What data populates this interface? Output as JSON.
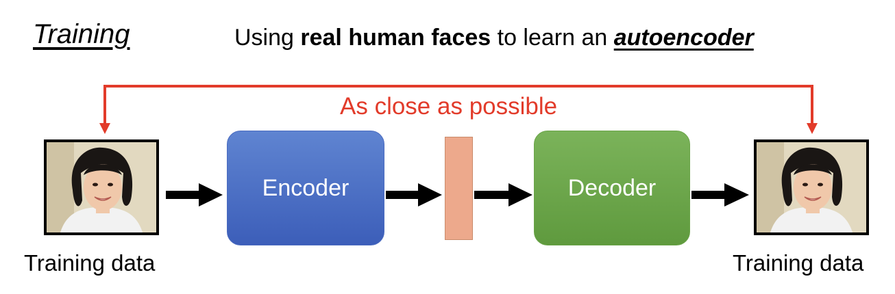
{
  "heading": "Training",
  "subtitle": {
    "prefix": "Using ",
    "bold": "real human faces",
    "middle": " to learn an ",
    "emphasis": "autoencoder"
  },
  "feedback_label": "As close as possible",
  "encoder_label": "Encoder",
  "decoder_label": "Decoder",
  "input_caption": "Training data",
  "output_caption": "Training data",
  "colors": {
    "feedback": "#e23b2a",
    "encoder": "#4a6bc0",
    "decoder": "#6aa448",
    "code": "#eda98c"
  }
}
